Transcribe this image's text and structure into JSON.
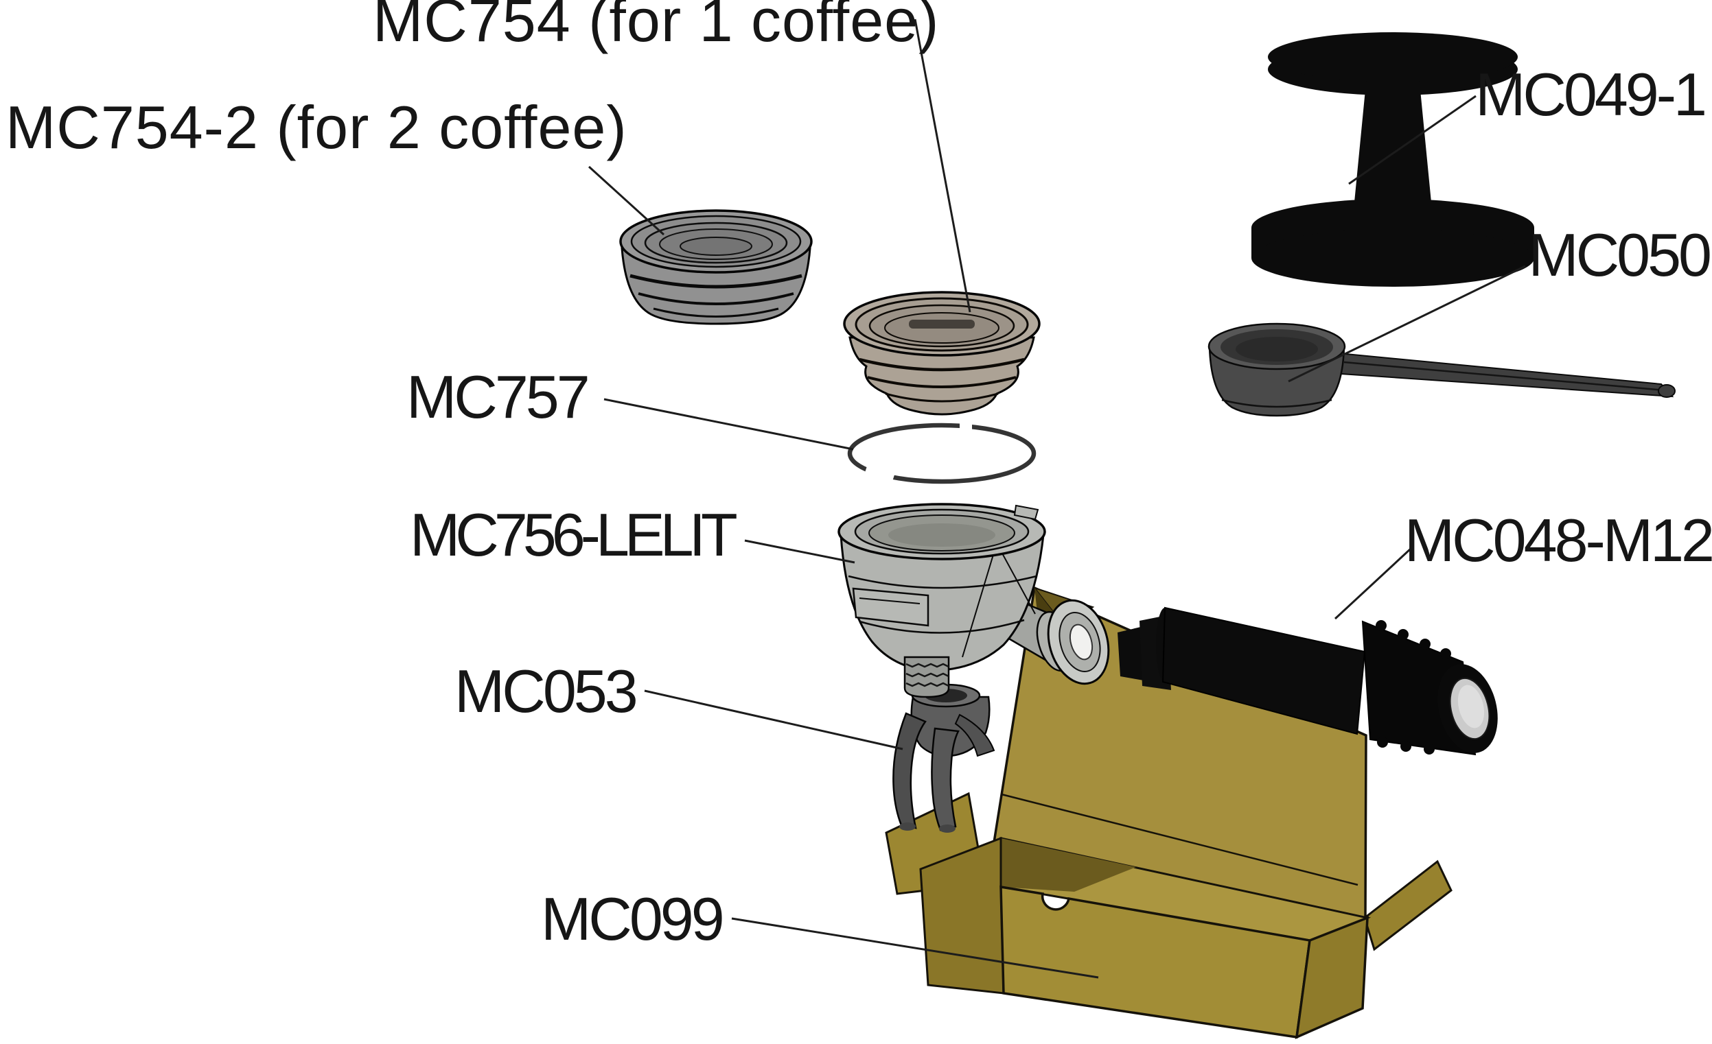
{
  "diagram": {
    "kind": "exploded-parts-diagram",
    "parts": [
      {
        "label": "MC754 (for 1 coffee)",
        "illustration": "filter-basket-single"
      },
      {
        "label": "MC754-2 (for 2 coffee)",
        "illustration": "filter-basket-double"
      },
      {
        "label": "MC757",
        "illustration": "retaining-spring-clip"
      },
      {
        "label": "MC756-LELIT",
        "illustration": "portafilter-body"
      },
      {
        "label": "MC053",
        "illustration": "double-spout"
      },
      {
        "label": "MC099",
        "illustration": "cardboard-box"
      },
      {
        "label": "MC049-1",
        "illustration": "coffee-tamper"
      },
      {
        "label": "MC050",
        "illustration": "measuring-scoop"
      },
      {
        "label": "MC048-M12",
        "illustration": "portafilter-handle"
      }
    ]
  },
  "colors": {
    "background": "#ffffff",
    "label_text": "#161616",
    "leader_line": "#1c1c1c",
    "box_face": "#a28d36",
    "box_side": "#8f7b2a",
    "box_interior": "#ab9640",
    "box_shadow": "#6b5b1e",
    "lid": "#a58f3d",
    "metal_light": "#b7b9b5",
    "basket_gray": "#989898",
    "basket_tan": "#aca295",
    "plastic_black": "#0c0c0c",
    "scoop_gray": "#4a4a4a",
    "spout_gray": "#5d5d5d",
    "clip_wire": "#343434"
  }
}
